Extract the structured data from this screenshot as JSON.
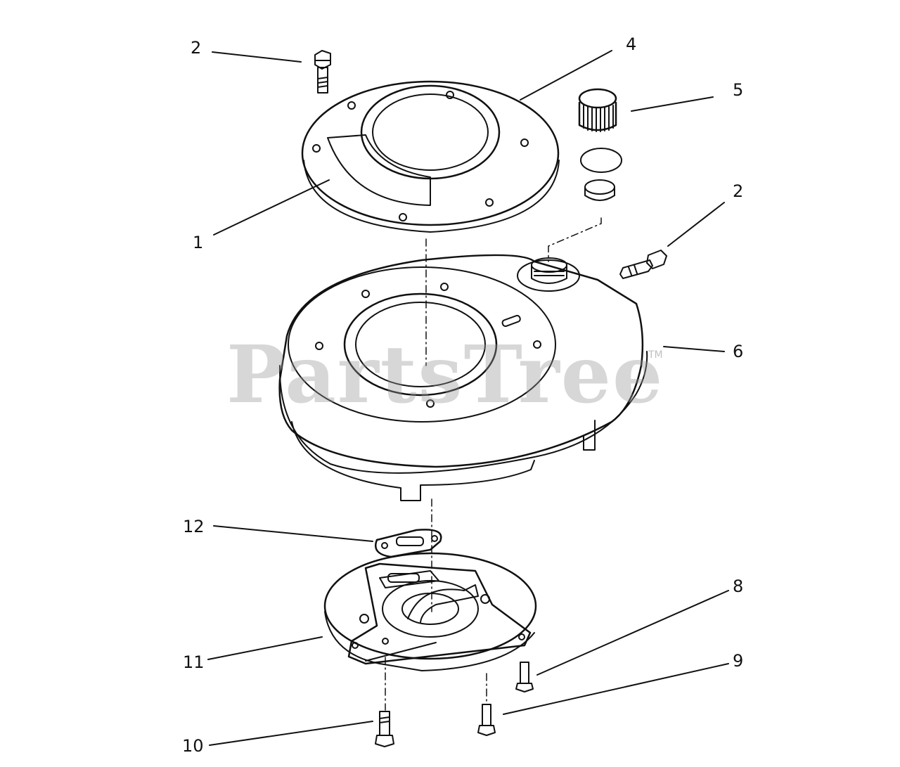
{
  "diagram": {
    "watermark": "PartsTree",
    "watermark_mark": "TM",
    "callouts": [
      {
        "id": "c-2a",
        "text": "2"
      },
      {
        "id": "c-4",
        "text": "4"
      },
      {
        "id": "c-5",
        "text": "5"
      },
      {
        "id": "c-2b",
        "text": "2"
      },
      {
        "id": "c-1",
        "text": "1"
      },
      {
        "id": "c-6",
        "text": "6"
      },
      {
        "id": "c-12",
        "text": "12"
      },
      {
        "id": "c-8",
        "text": "8"
      },
      {
        "id": "c-11",
        "text": "11"
      },
      {
        "id": "c-9",
        "text": "9"
      },
      {
        "id": "c-10",
        "text": "10"
      }
    ]
  }
}
